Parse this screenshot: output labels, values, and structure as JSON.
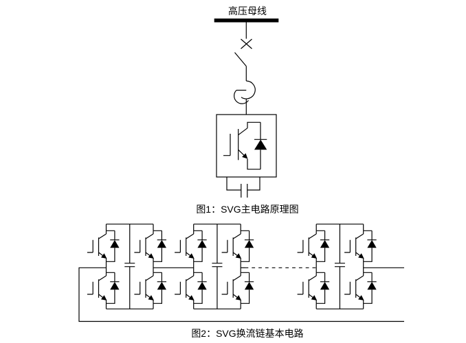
{
  "page": {
    "background": "#ffffff",
    "line_color": "#000000"
  },
  "figure1": {
    "bus_label": "高压母线",
    "caption": "图1：SVG主电路原理图",
    "components": {
      "busbar": "high-voltage-busbar",
      "switch": "disconnector-switch",
      "breaker": "circuit-breaker",
      "valve": "igbt-with-antiparallel-diode",
      "capacitor": "dc-link-capacitor"
    }
  },
  "figure2": {
    "caption": "图2：SVG换流链基本电路",
    "modules_drawn": 3,
    "cells_per_module": 4,
    "module_type": "h-bridge-igbt-module-with-dc-capacitor",
    "link_style": "dashed-continuation-between-module-2-and-3"
  }
}
